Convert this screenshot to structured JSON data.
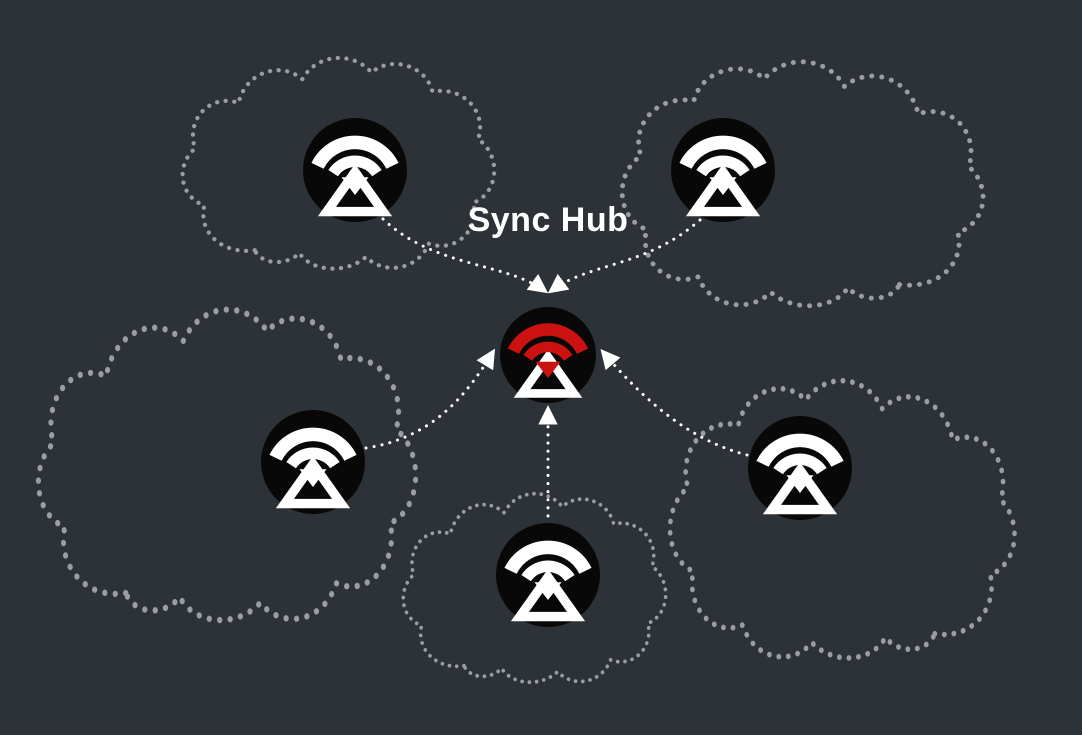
{
  "diagram": {
    "title": "Sync Hub",
    "hub": {
      "label": "Sync Hub",
      "accent_color": "#cc1111"
    },
    "nodes": [
      {
        "id": "top-left-device"
      },
      {
        "id": "top-right-device"
      },
      {
        "id": "left-device"
      },
      {
        "id": "bottom-device"
      },
      {
        "id": "right-device"
      }
    ],
    "colors": {
      "background": "#2c3237",
      "cloud_outline": "#9b9ea1",
      "node_fill": "#080808",
      "glyph": "#ffffff",
      "hub_accent": "#cc1111",
      "arrow": "#ffffff"
    }
  }
}
